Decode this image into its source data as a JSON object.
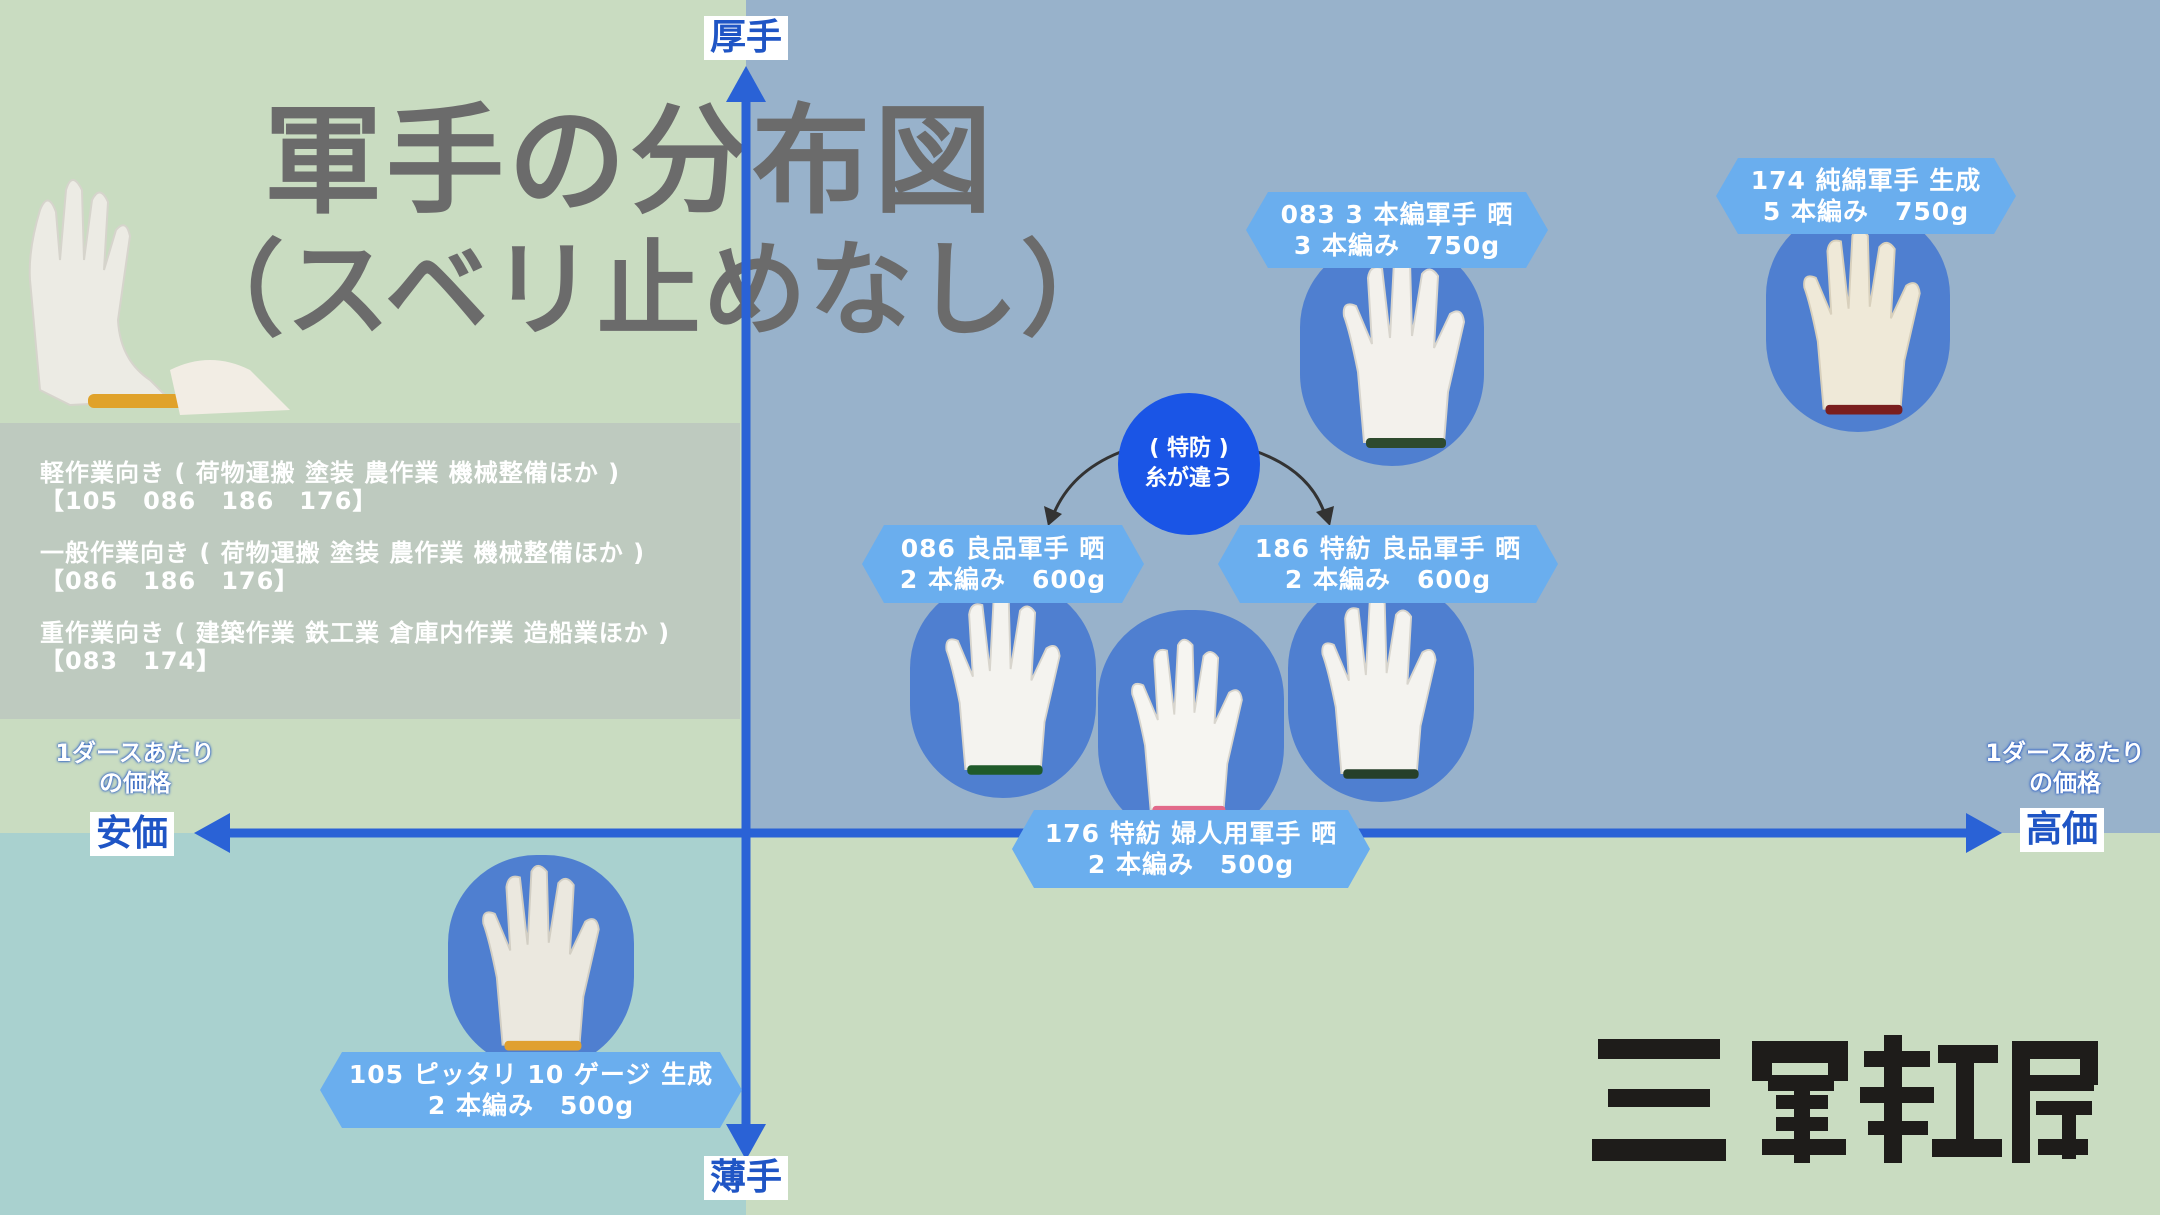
{
  "title": {
    "line1": "軍手の分布図",
    "line2": "（スベリ止めなし）"
  },
  "info": [
    {
      "label": "軽作業向き ( 荷物運搬 塗装 農作業 機械整備ほか )",
      "codes": "【105　086　186　176】"
    },
    {
      "label": "一般作業向き ( 荷物運搬 塗装 農作業 機械整備ほか )",
      "codes": "【086　186　176】"
    },
    {
      "label": "重作業向き ( 建築作業 鉄工業 倉庫内作業 造船業ほか )",
      "codes": "【083　174】"
    }
  ],
  "axes": {
    "top": "厚手",
    "bottom": "薄手",
    "left": "安価",
    "right": "高価",
    "left_sub1": "1ダースあたり",
    "left_sub2": "の価格",
    "right_sub1": "1ダースあたり",
    "right_sub2": "の価格"
  },
  "badge": {
    "line1": "( 特防 )",
    "line2": "糸が違う"
  },
  "products": [
    {
      "id": "083",
      "line1": "083  3 本編軍手 晒",
      "line2": "3 本編み　750g",
      "cuff": "#2e4a2e"
    },
    {
      "id": "174",
      "line1": "174 純綿軍手 生成",
      "line2": "5 本編み　750g",
      "cuff": "#7a1e1e"
    },
    {
      "id": "086",
      "line1": "086  良品軍手 晒",
      "line2": "2 本編み　600g",
      "cuff": "#1f5a2a"
    },
    {
      "id": "186",
      "line1": "186  特紡 良品軍手 晒",
      "line2": "2 本編み　600g",
      "cuff": "#26402a"
    },
    {
      "id": "176",
      "line1": "176 特紡 婦人用軍手 晒",
      "line2": "2 本編み　500g",
      "cuff": "#e26a8a"
    },
    {
      "id": "105",
      "line1": "105 ピッタリ 10 ゲージ 生成",
      "line2": "2 本編み　500g",
      "cuff": "#e0a030"
    }
  ],
  "colors": {
    "quad_top_left": "#c9dcc1",
    "quad_top_right": "#98b2cb",
    "quad_bottom_left": "#a9d1cf",
    "quad_bottom_right": "#c9dcc1",
    "axis": "#2a62d6",
    "tag": "#6aaeee",
    "pill": "#4f7fd0",
    "badge": "#1a55e6",
    "title": "#6b6b6b",
    "logo": "#1e1c1a"
  }
}
